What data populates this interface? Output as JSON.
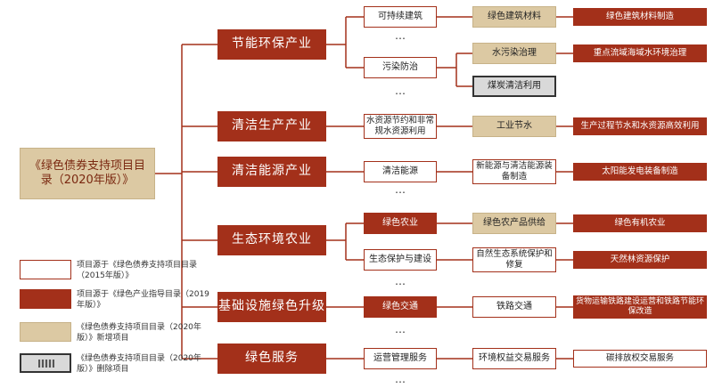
{
  "root": {
    "label": "《绿色债券支持项目目录（2020年版）》"
  },
  "level1": [
    {
      "label": "节能环保产业"
    },
    {
      "label": "清洁生产产业"
    },
    {
      "label": "清洁能源产业"
    },
    {
      "label": "生态环境农业"
    },
    {
      "label": "基础设施绿色升级"
    },
    {
      "label": "绿色服务"
    }
  ],
  "level2": [
    {
      "label": "可持续建筑"
    },
    {
      "label": "污染防治"
    },
    {
      "label": "水资源节约和非常规水资源利用"
    },
    {
      "label": "清洁能源"
    },
    {
      "label": "绿色农业"
    },
    {
      "label": "生态保护与建设"
    },
    {
      "label": "绿色交通"
    },
    {
      "label": "运营管理服务"
    }
  ],
  "level3": [
    {
      "label": "绿色建筑材料"
    },
    {
      "label": "水污染治理"
    },
    {
      "label": "煤炭清洁利用"
    },
    {
      "label": "工业节水"
    },
    {
      "label": "新能源与清洁能源装备制造"
    },
    {
      "label": "绿色农产品供给"
    },
    {
      "label": "自然生态系统保护和修复"
    },
    {
      "label": "铁路交通"
    },
    {
      "label": "环境权益交易服务"
    }
  ],
  "level4": [
    {
      "label": "绿色建筑材料制造"
    },
    {
      "label": "重点流域海域水环境治理"
    },
    {
      "label": "生产过程节水和水资源高效利用"
    },
    {
      "label": "太阳能发电装备制造"
    },
    {
      "label": "绿色有机农业"
    },
    {
      "label": "天然林资源保护"
    },
    {
      "label": "货物运输铁路建设运营和铁路节能环保改造"
    },
    {
      "label": "碳排放权交易服务"
    }
  ],
  "ellipsis": "…",
  "legend": [
    {
      "label": "项目源于《绿色债券支持项目目录（2015年版）》"
    },
    {
      "label": "项目源于《绿色产业指导目录（2019年版）》"
    },
    {
      "label": "《绿色债券支持项目目录（2020年版）》新增项目"
    },
    {
      "label": "《绿色债券支持项目目录（2020年版）》删除项目"
    }
  ],
  "colors": {
    "dark_red": "#a3301a",
    "beige": "#dcc9a3",
    "grey": "#d9d9d9"
  }
}
